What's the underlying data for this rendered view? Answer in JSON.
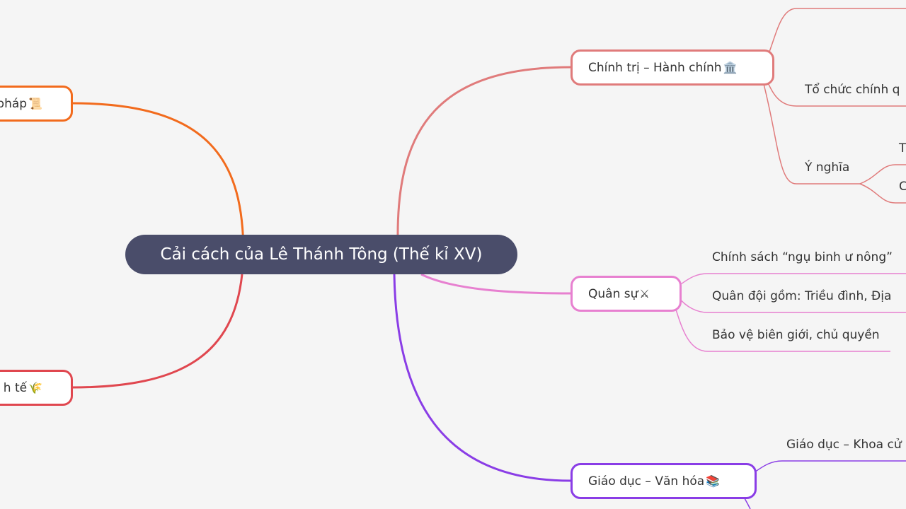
{
  "central": {
    "title": "Cải cách của Lê Thánh Tông (Thế kỉ XV)"
  },
  "left_topics": {
    "law": {
      "label": "pháp",
      "icon": "📜",
      "icon_name": "scroll-icon"
    },
    "economy": {
      "label": "h tế",
      "icon": "🌾",
      "icon_name": "rice-icon"
    }
  },
  "right_topics": {
    "politics": {
      "label": "Chính trị – Hành chính",
      "icon": "🏛️",
      "icon_name": "classical-building-icon",
      "children": {
        "organization": "Tổ chức chính q",
        "meaning": {
          "label": "Ý nghĩa",
          "children": [
            "T",
            "C"
          ]
        }
      }
    },
    "military": {
      "label": "Quân sự",
      "icon": "⚔",
      "icon_name": "crossed-swords-icon",
      "children": [
        "Chính sách “ngụ binh ư nông”",
        "Quân đội gồm: Triều đình, Địa",
        "Bảo vệ biên giới, chủ quyền"
      ]
    },
    "education": {
      "label": "Giáo dục – Văn hóa",
      "icon": "📚",
      "icon_name": "books-icon",
      "children": [
        "Giáo dục – Khoa cử"
      ]
    }
  },
  "colors": {
    "central_bg": "#4a4d6a",
    "law": "#f26b1d",
    "economy": "#e0474f",
    "politics": "#e07b7b",
    "military": "#e780d0",
    "education": "#8a3de6",
    "background": "#f5f5f5"
  }
}
